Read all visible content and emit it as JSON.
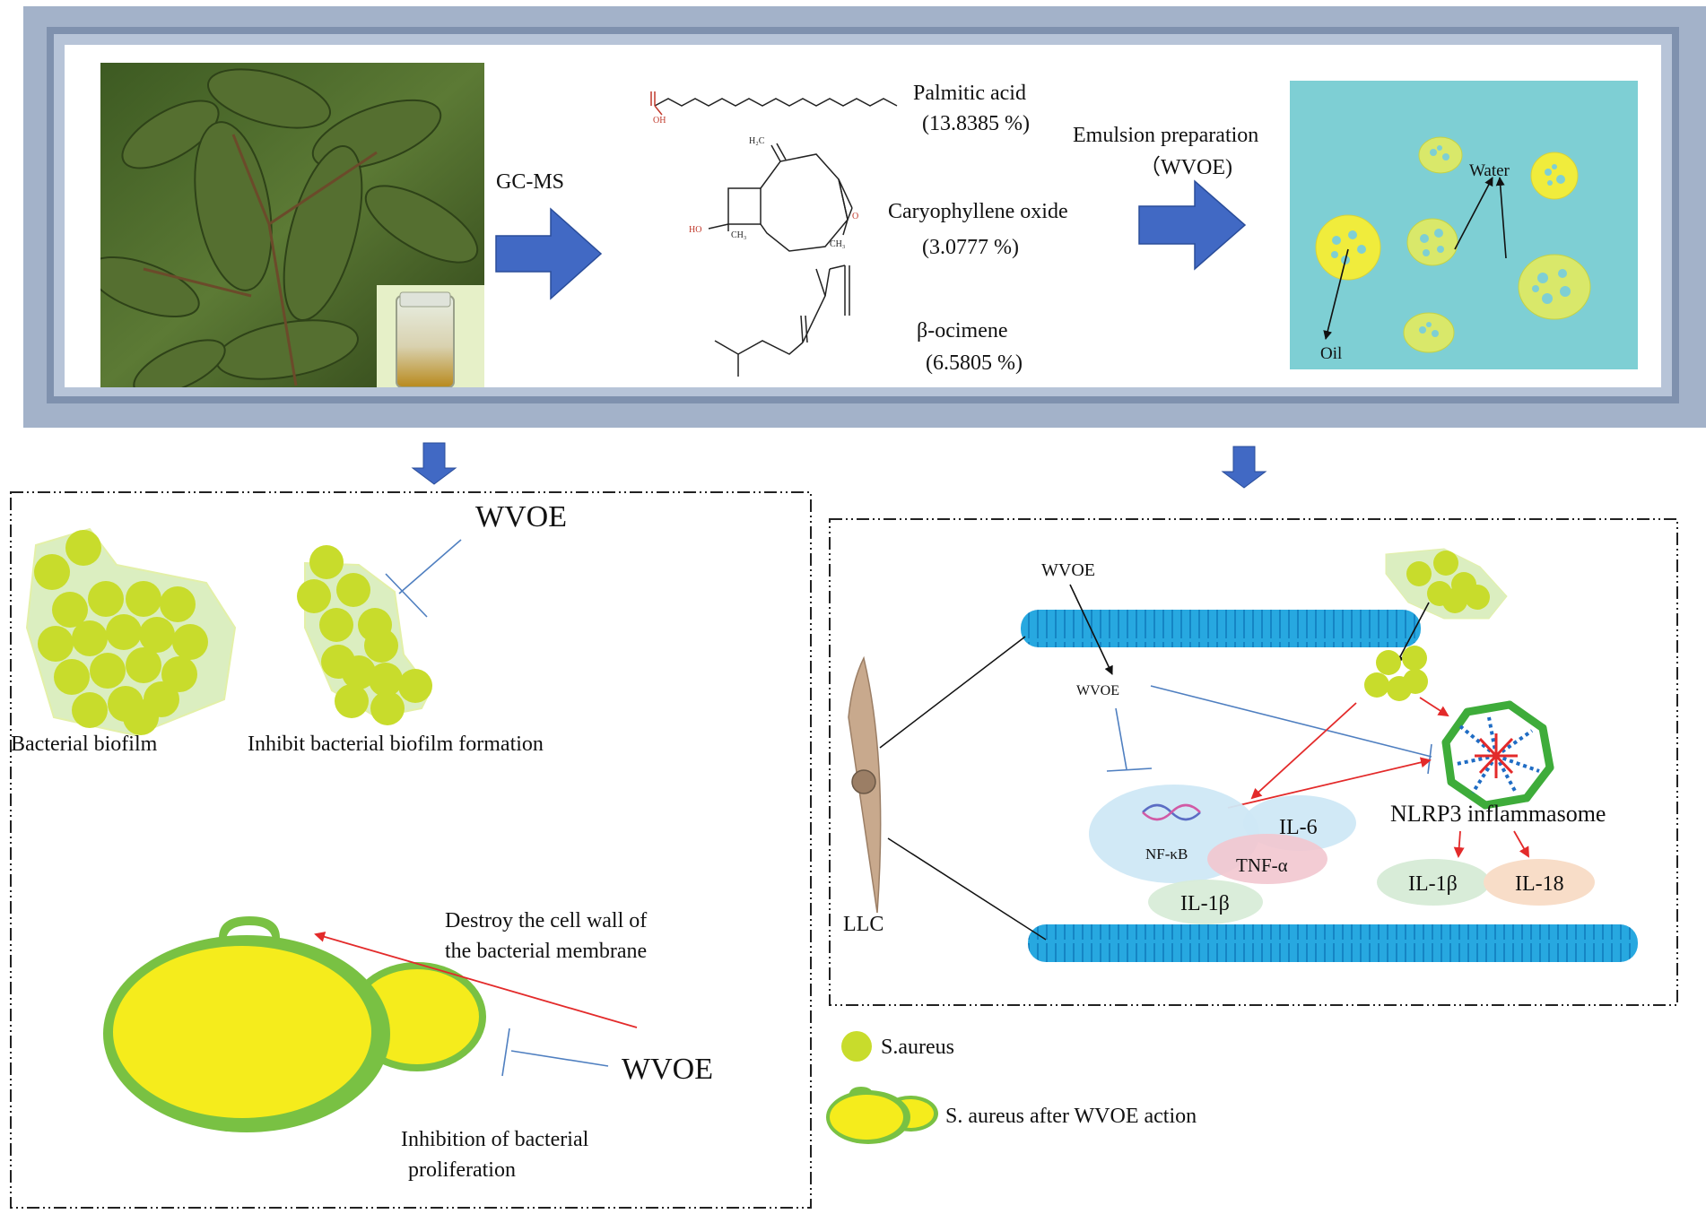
{
  "top_panel": {
    "method_label": "GC-MS",
    "compounds": [
      {
        "name": "Palmitic acid",
        "percent": "(13.8385 %)"
      },
      {
        "name": "Caryophyllene oxide",
        "percent": "(3.0777 %)"
      },
      {
        "name": "β-ocimene",
        "percent": "(6.5805 %)"
      }
    ],
    "structure_labels": {
      "oh": "OH",
      "h2c": "H₂C",
      "ho": "HO",
      "ch3": "CH₃",
      "o": "O"
    },
    "emulsion_label_1": "Emulsion preparation",
    "emulsion_label_2": "（WVOE)",
    "emulsion_water": "Water",
    "emulsion_oil": "Oil"
  },
  "left_panel": {
    "wvoe_top": "WVOE",
    "biofilm_label": "Bacterial biofilm",
    "inhibit_label": "Inhibit bacterial biofilm formation",
    "destroy_line1": "Destroy the cell wall of",
    "destroy_line2": "the bacterial membrane",
    "wvoe_bottom": "WVOE",
    "inhibition_line1": "Inhibition of bacterial",
    "inhibition_line2": "proliferation"
  },
  "right_panel": {
    "wvoe_outer": "WVOE",
    "wvoe_inner": "WVOE",
    "llc": "LLC",
    "nfkb": "NF-κB",
    "il6": "IL-6",
    "tnfa": "TNF-α",
    "il1b": "IL-1β",
    "nlrp3": "NLRP3 inflammasome",
    "il1b_out": "IL-1β",
    "il18": "IL-18"
  },
  "legend": {
    "saureus": "S.aureus",
    "after": "S. aureus after WVOE action"
  },
  "colors": {
    "frame": "#a3b2c9",
    "arrow": "#4169c4",
    "bacteria": "#c8dc2c",
    "emulsion_bg": "#7ecfd4",
    "cell_yellow": "#f5ec1c",
    "cell_green": "#79c143",
    "membrane": "#27a8e0",
    "red": "#e32a2a",
    "inhibit": "#4f7fc0"
  }
}
